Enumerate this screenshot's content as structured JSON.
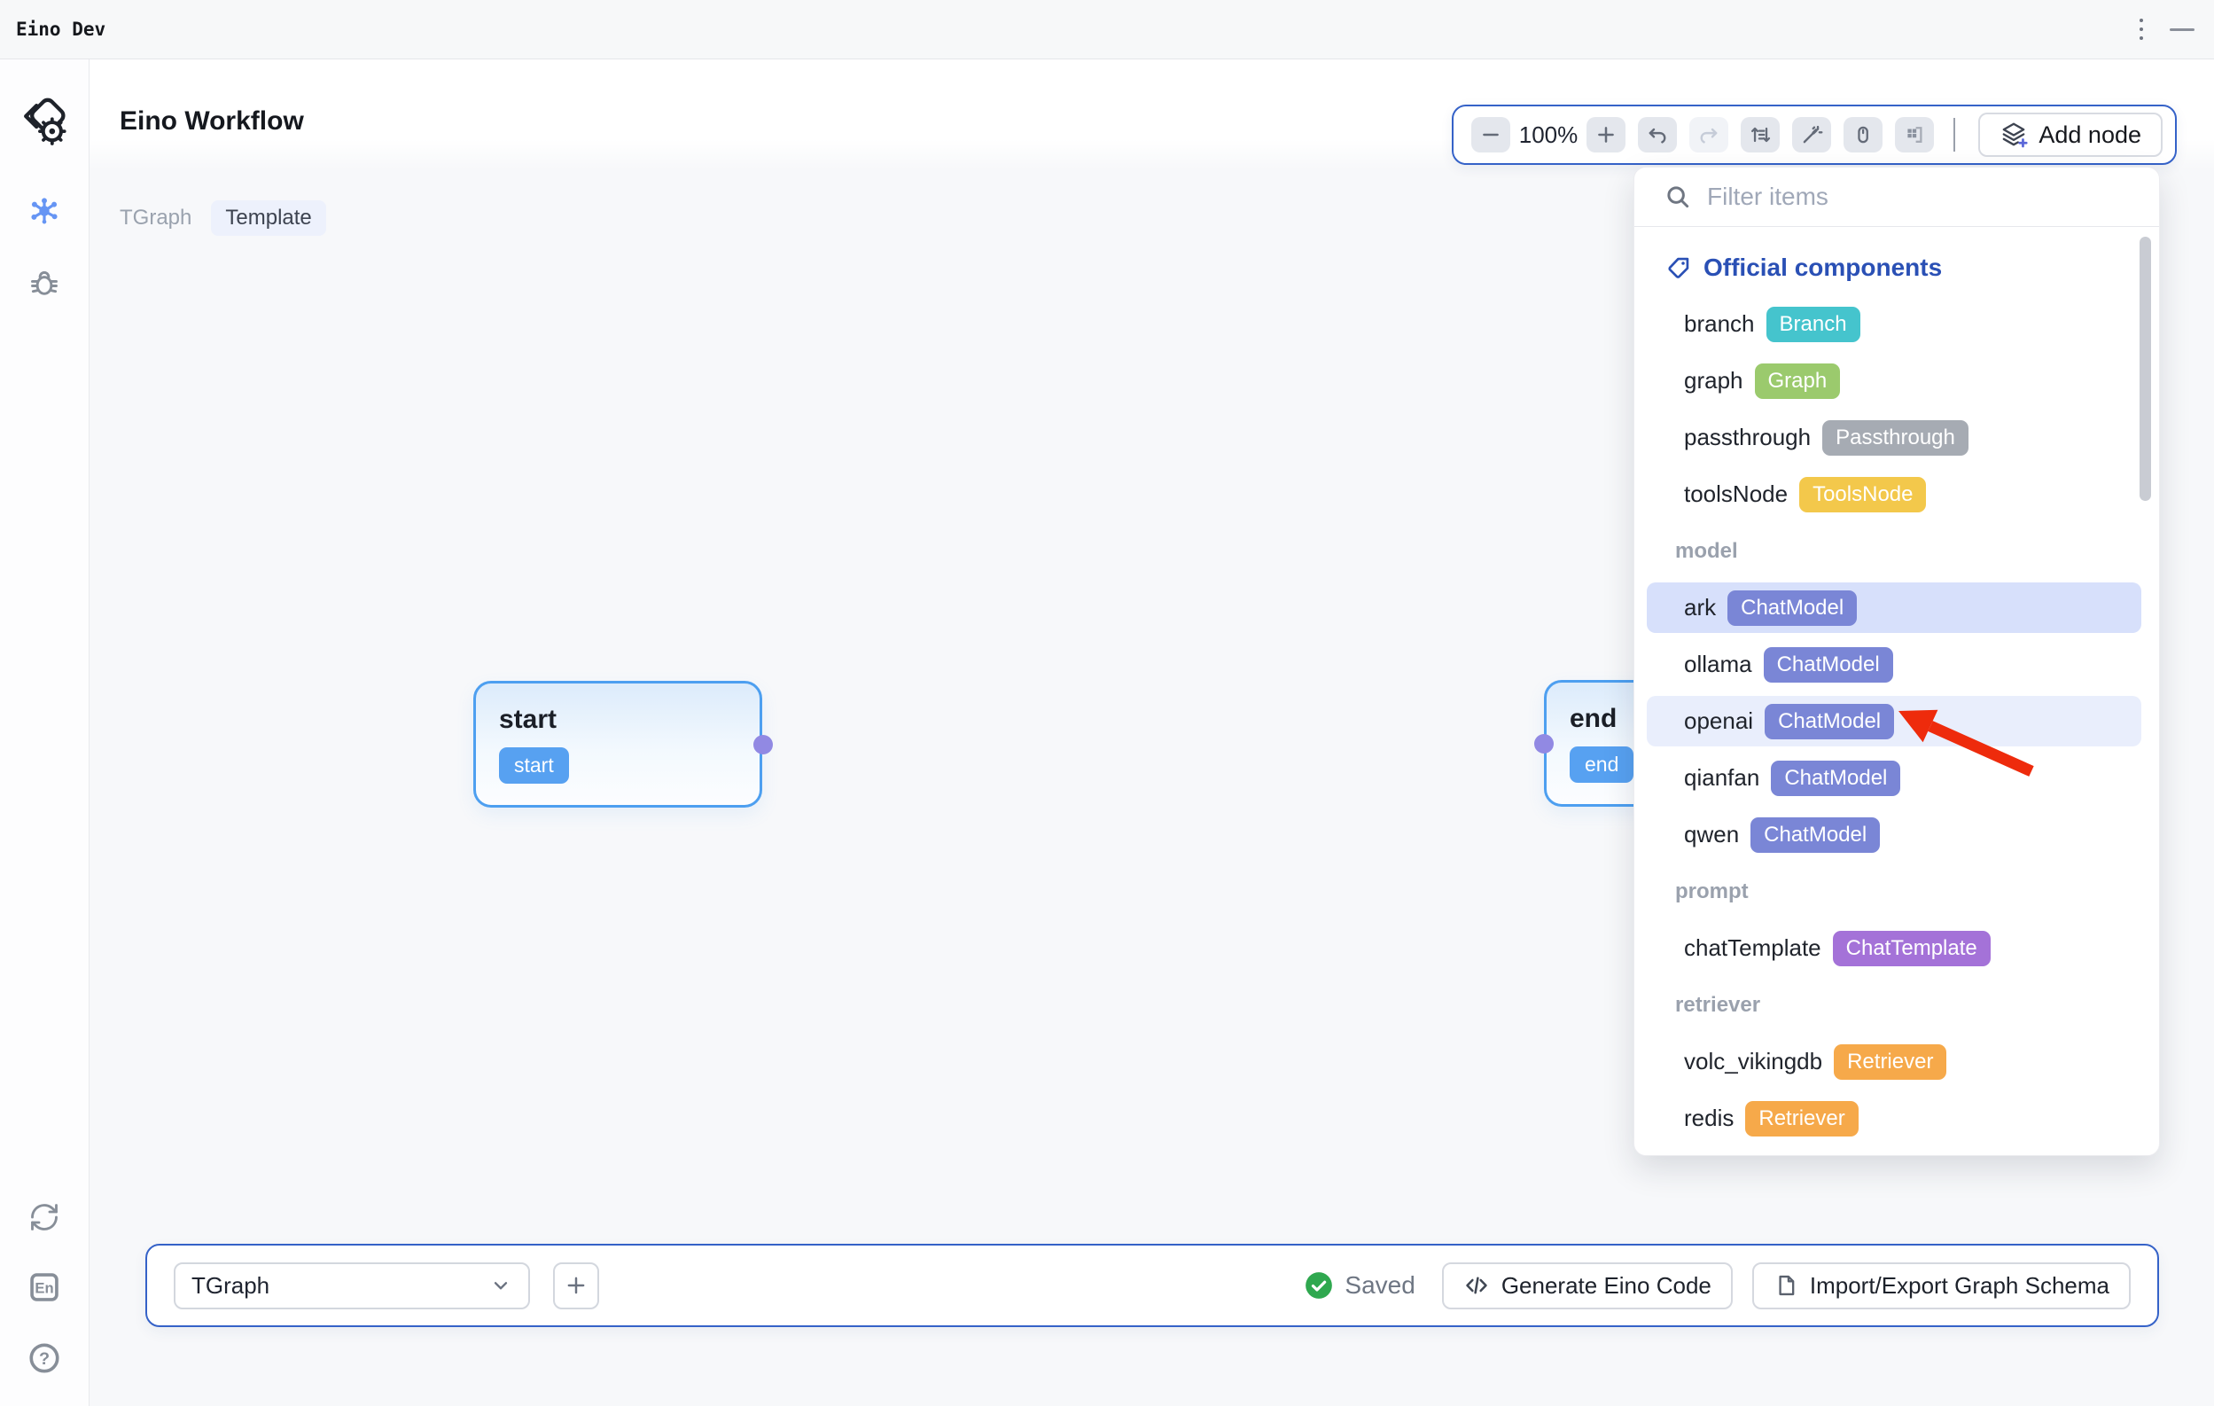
{
  "window": {
    "title": "Eino Dev"
  },
  "sidebar": {
    "language_label": "En",
    "help_label": "?"
  },
  "header": {
    "title": "Eino Workflow",
    "graph_tab": "TGraph",
    "template_badge": "Template"
  },
  "toolbar": {
    "zoom_level": "100%",
    "add_node_label": "Add node"
  },
  "panel": {
    "search_placeholder": "Filter items",
    "official_header": "Official components",
    "items": [
      {
        "name": "branch",
        "badge": "Branch",
        "badge_color": "#45c4cd"
      },
      {
        "name": "graph",
        "badge": "Graph",
        "badge_color": "#9bca6d"
      },
      {
        "name": "passthrough",
        "badge": "Passthrough",
        "badge_color": "#a6abb3"
      },
      {
        "name": "toolsNode",
        "badge": "ToolsNode",
        "badge_color": "#f3c84b"
      },
      {
        "label": "model"
      },
      {
        "name": "ark",
        "badge": "ChatModel",
        "badge_color": "#7a86d6",
        "highlight": "strong"
      },
      {
        "name": "ollama",
        "badge": "ChatModel",
        "badge_color": "#7a86d6"
      },
      {
        "name": "openai",
        "badge": "ChatModel",
        "badge_color": "#7a86d6",
        "highlight": "light"
      },
      {
        "name": "qianfan",
        "badge": "ChatModel",
        "badge_color": "#7a86d6"
      },
      {
        "name": "qwen",
        "badge": "ChatModel",
        "badge_color": "#7a86d6"
      },
      {
        "label": "prompt"
      },
      {
        "name": "chatTemplate",
        "badge": "ChatTemplate",
        "badge_color": "#a472d8"
      },
      {
        "label": "retriever"
      },
      {
        "name": "volc_vikingdb",
        "badge": "Retriever",
        "badge_color": "#f6a94a"
      },
      {
        "name": "redis",
        "badge": "Retriever",
        "badge_color": "#f6a94a"
      }
    ]
  },
  "canvas": {
    "start_node": {
      "title": "start",
      "badge": "start"
    },
    "end_node": {
      "title": "end",
      "badge": "end"
    }
  },
  "footer": {
    "graph_select_value": "TGraph",
    "status": "Saved",
    "generate_label": "Generate Eino Code",
    "import_export_label": "Import/Export Graph Schema"
  },
  "colors": {
    "accent_blue_border": "#3562c8",
    "node_border_blue": "#4d9ff0",
    "node_badge_blue": "#57a1f1",
    "port_purple": "#9189e3",
    "official_header_blue": "#2a50b5",
    "highlight_strong": "#d7e0fb",
    "highlight_light": "#e9eefc",
    "saved_green": "#2fa84f",
    "annotation_arrow_red": "#ee2b0c"
  }
}
